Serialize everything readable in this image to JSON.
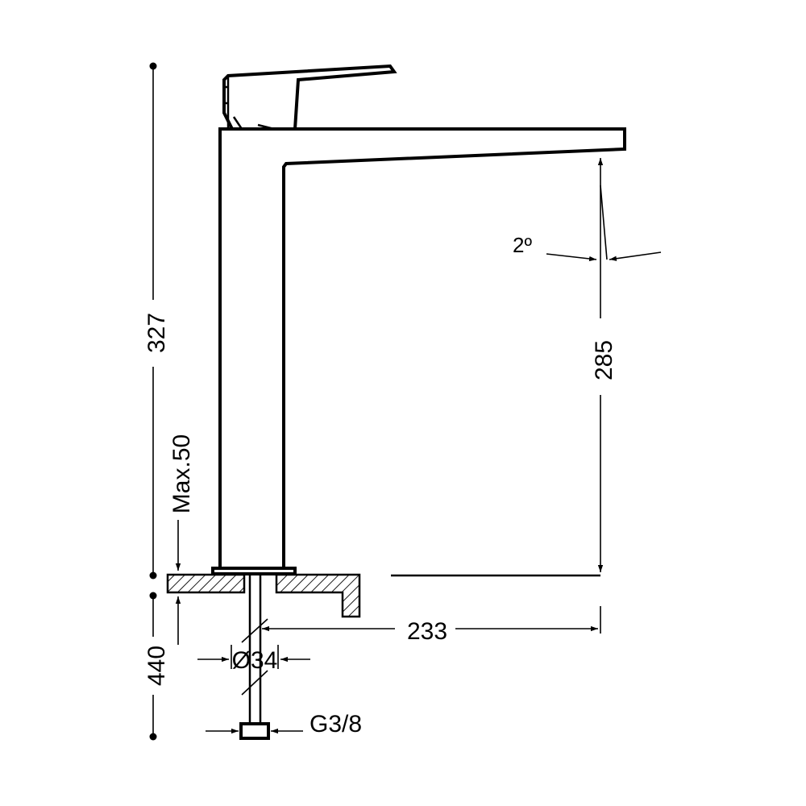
{
  "dimensions": {
    "overall_height": "327",
    "spout_height": "285",
    "counter_max": "Max.50",
    "supply_length": "440",
    "spout_reach": "233",
    "hole_diameter": "Ø34",
    "connection": "G3/8",
    "spout_angle": "2º"
  },
  "colors": {
    "line": "#000000",
    "background": "#ffffff"
  }
}
